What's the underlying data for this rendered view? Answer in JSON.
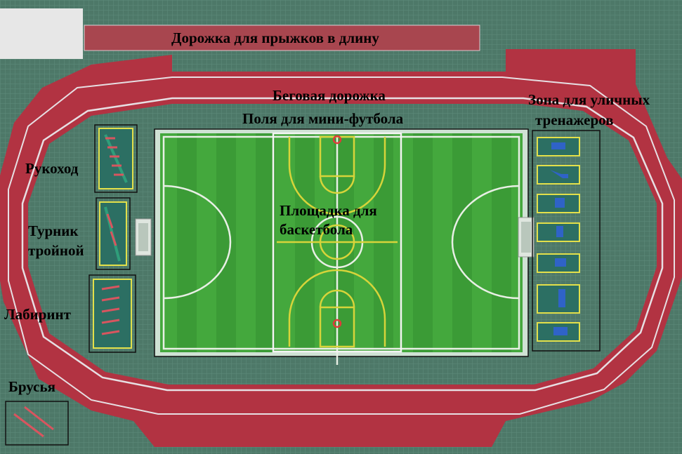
{
  "labels": {
    "long_jump": "Дорожка для прыжков в длину",
    "running_track": "Беговая дорожка",
    "mini_football": "Поля для мини-футбола",
    "outdoor_gym_line1": "Зона для уличных",
    "outdoor_gym_line2": "тренажеров",
    "basketball_line1": "Площадка для",
    "basketball_line2": "баскетбола",
    "monkey_bars": "Рукоход",
    "triple_bar_line1": "Турник",
    "triple_bar_line2": "тройной",
    "labyrinth": "Лабиринт",
    "parallel_bars": "Брусья"
  },
  "colors": {
    "ground": "#4f7a6b",
    "track": "#b8303e",
    "long_jump_strip": "#a8464f",
    "grass": "#3fa43a",
    "court_yellow": "#d7d43a",
    "court_white": "#e8efe5",
    "equipment_blue": "#2f63c7",
    "equipment_red": "#d8555f",
    "equipment_green": "#2f9e7a",
    "hoop_red": "#e03a3a"
  }
}
